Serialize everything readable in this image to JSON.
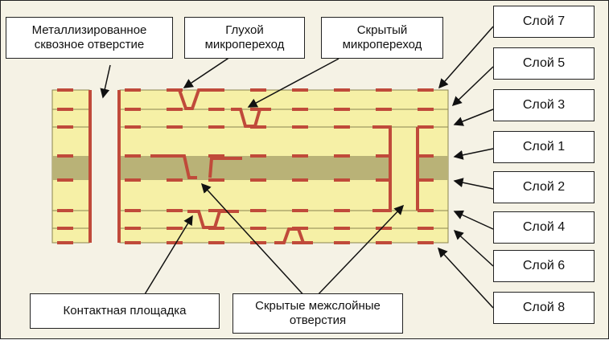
{
  "labels": {
    "plated_through_hole": "Металлизированное\nсквозное отверстие",
    "blind_microvia": "Глухой\nмикропереход",
    "buried_microvia": "Скрытый\nмикропереход",
    "contact_pad": "Контактная площадка",
    "buried_vias": "Скрытые межслойные\nотверстия"
  },
  "layers": [
    {
      "label": "Слой 7"
    },
    {
      "label": "Слой 5"
    },
    {
      "label": "Слой 3"
    },
    {
      "label": "Слой 1"
    },
    {
      "label": "Слой 2"
    },
    {
      "label": "Слой 4"
    },
    {
      "label": "Слой 6"
    },
    {
      "label": "Слой 8"
    }
  ],
  "colors": {
    "background": "#f5f2e5",
    "board_light": "#f6f0a6",
    "board_core": "#b9b277",
    "copper": "#c04a3a",
    "lines": "#111111"
  }
}
